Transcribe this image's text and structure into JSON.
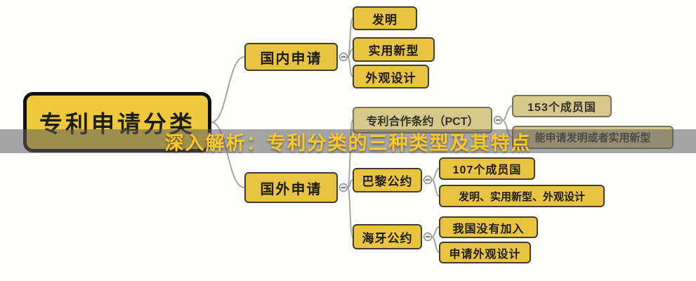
{
  "banner": {
    "text": "深入解析：专利分类的三种类型及其特点",
    "text_color": "#fec829",
    "overlay_color": "rgba(92,92,92,0.55)"
  },
  "colors": {
    "node_yellow": "#e9c441",
    "node_muted": "#d7c88c",
    "node_border": "#413e2d",
    "root_border": "#101010",
    "connector": "#a3a7a3"
  },
  "mindmap": {
    "root": {
      "label": "专利申请分类"
    },
    "branches": [
      {
        "label": "国内申请",
        "children": [
          {
            "label": "发明"
          },
          {
            "label": "实用新型"
          },
          {
            "label": "外观设计"
          }
        ]
      },
      {
        "label": "国外申请",
        "children": [
          {
            "label": "专利合作条约（PCT）",
            "children": [
              {
                "label": "153个成员国"
              },
              {
                "label": "能申请发明或者实用新型"
              }
            ]
          },
          {
            "label": "巴黎公约",
            "children": [
              {
                "label": "107个成员国"
              },
              {
                "label": "发明、实用新型、外观设计"
              }
            ]
          },
          {
            "label": "海牙公约",
            "children": [
              {
                "label": "我国没有加入"
              },
              {
                "label": "申请外观设计"
              }
            ]
          }
        ]
      }
    ]
  }
}
